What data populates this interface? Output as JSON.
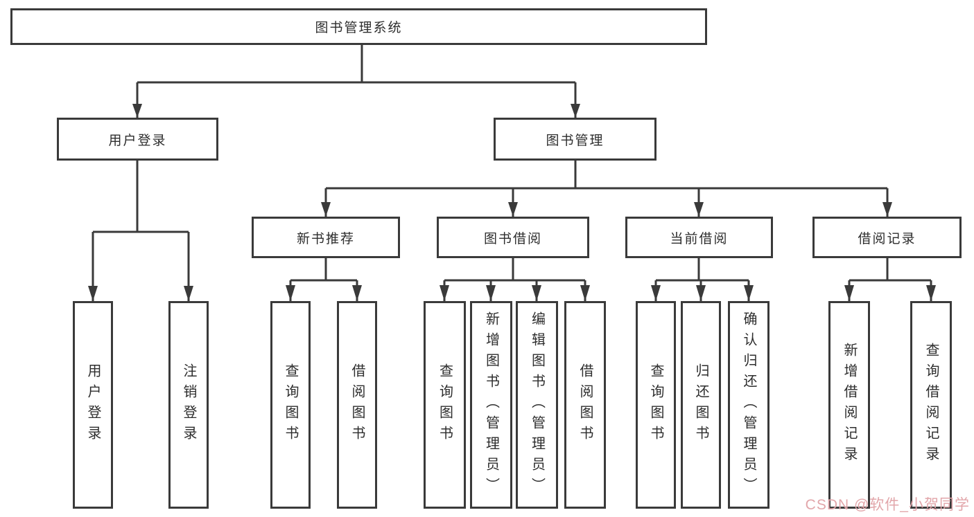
{
  "diagram": {
    "nodes": {
      "root": "图书管理系统",
      "user_login": "用户登录",
      "book_mgmt": "图书管理",
      "new_book": "新书推荐",
      "book_borrow": "图书借阅",
      "current_borrow": "当前借阅",
      "borrow_record": "借阅记录",
      "leaf_user_login": "用户登录",
      "leaf_logout": "注销登录",
      "leaf_nb_query": "查询图书",
      "leaf_nb_borrow": "借阅图书",
      "leaf_bb_query": "查询图书",
      "leaf_bb_add": "新增图书（管理员）",
      "leaf_bb_edit": "编辑图书（管理员）",
      "leaf_bb_borrow": "借阅图书",
      "leaf_cb_query": "查询图书",
      "leaf_cb_return": "归还图书",
      "leaf_cb_confirm": "确认归还（管理员）",
      "leaf_br_add": "新增借阅记录",
      "leaf_br_query": "查询借阅记录"
    },
    "hierarchy": {
      "图书管理系统": {
        "用户登录": [
          "用户登录",
          "注销登录"
        ],
        "图书管理": {
          "新书推荐": [
            "查询图书",
            "借阅图书"
          ],
          "图书借阅": [
            "查询图书",
            "新增图书（管理员）",
            "编辑图书（管理员）",
            "借阅图书"
          ],
          "当前借阅": [
            "查询图书",
            "归还图书",
            "确认归还（管理员）"
          ],
          "借阅记录": [
            "新增借阅记录",
            "查询借阅记录"
          ]
        }
      }
    }
  },
  "watermark": "CSDN @软件_小贺同学",
  "colors": {
    "line": "#3a3a3a",
    "text": "#2d2d2d",
    "watermark": "#e2a6aa",
    "background": "#ffffff"
  }
}
